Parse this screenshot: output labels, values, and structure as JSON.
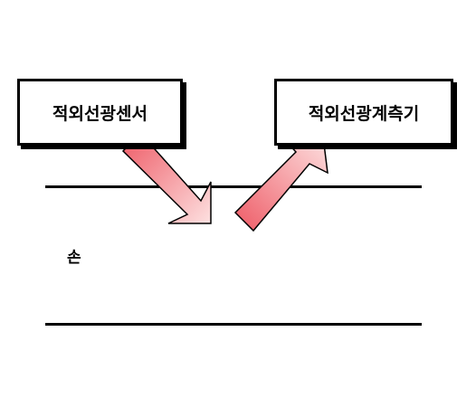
{
  "diagram": {
    "sensor_label": "적외선광센서",
    "meter_label": "적외선광계측기",
    "hand_label": "손",
    "arrow_color_light": "#fcd3d3",
    "arrow_color_dark": "#ee5b66",
    "outline_color": "#000000"
  }
}
